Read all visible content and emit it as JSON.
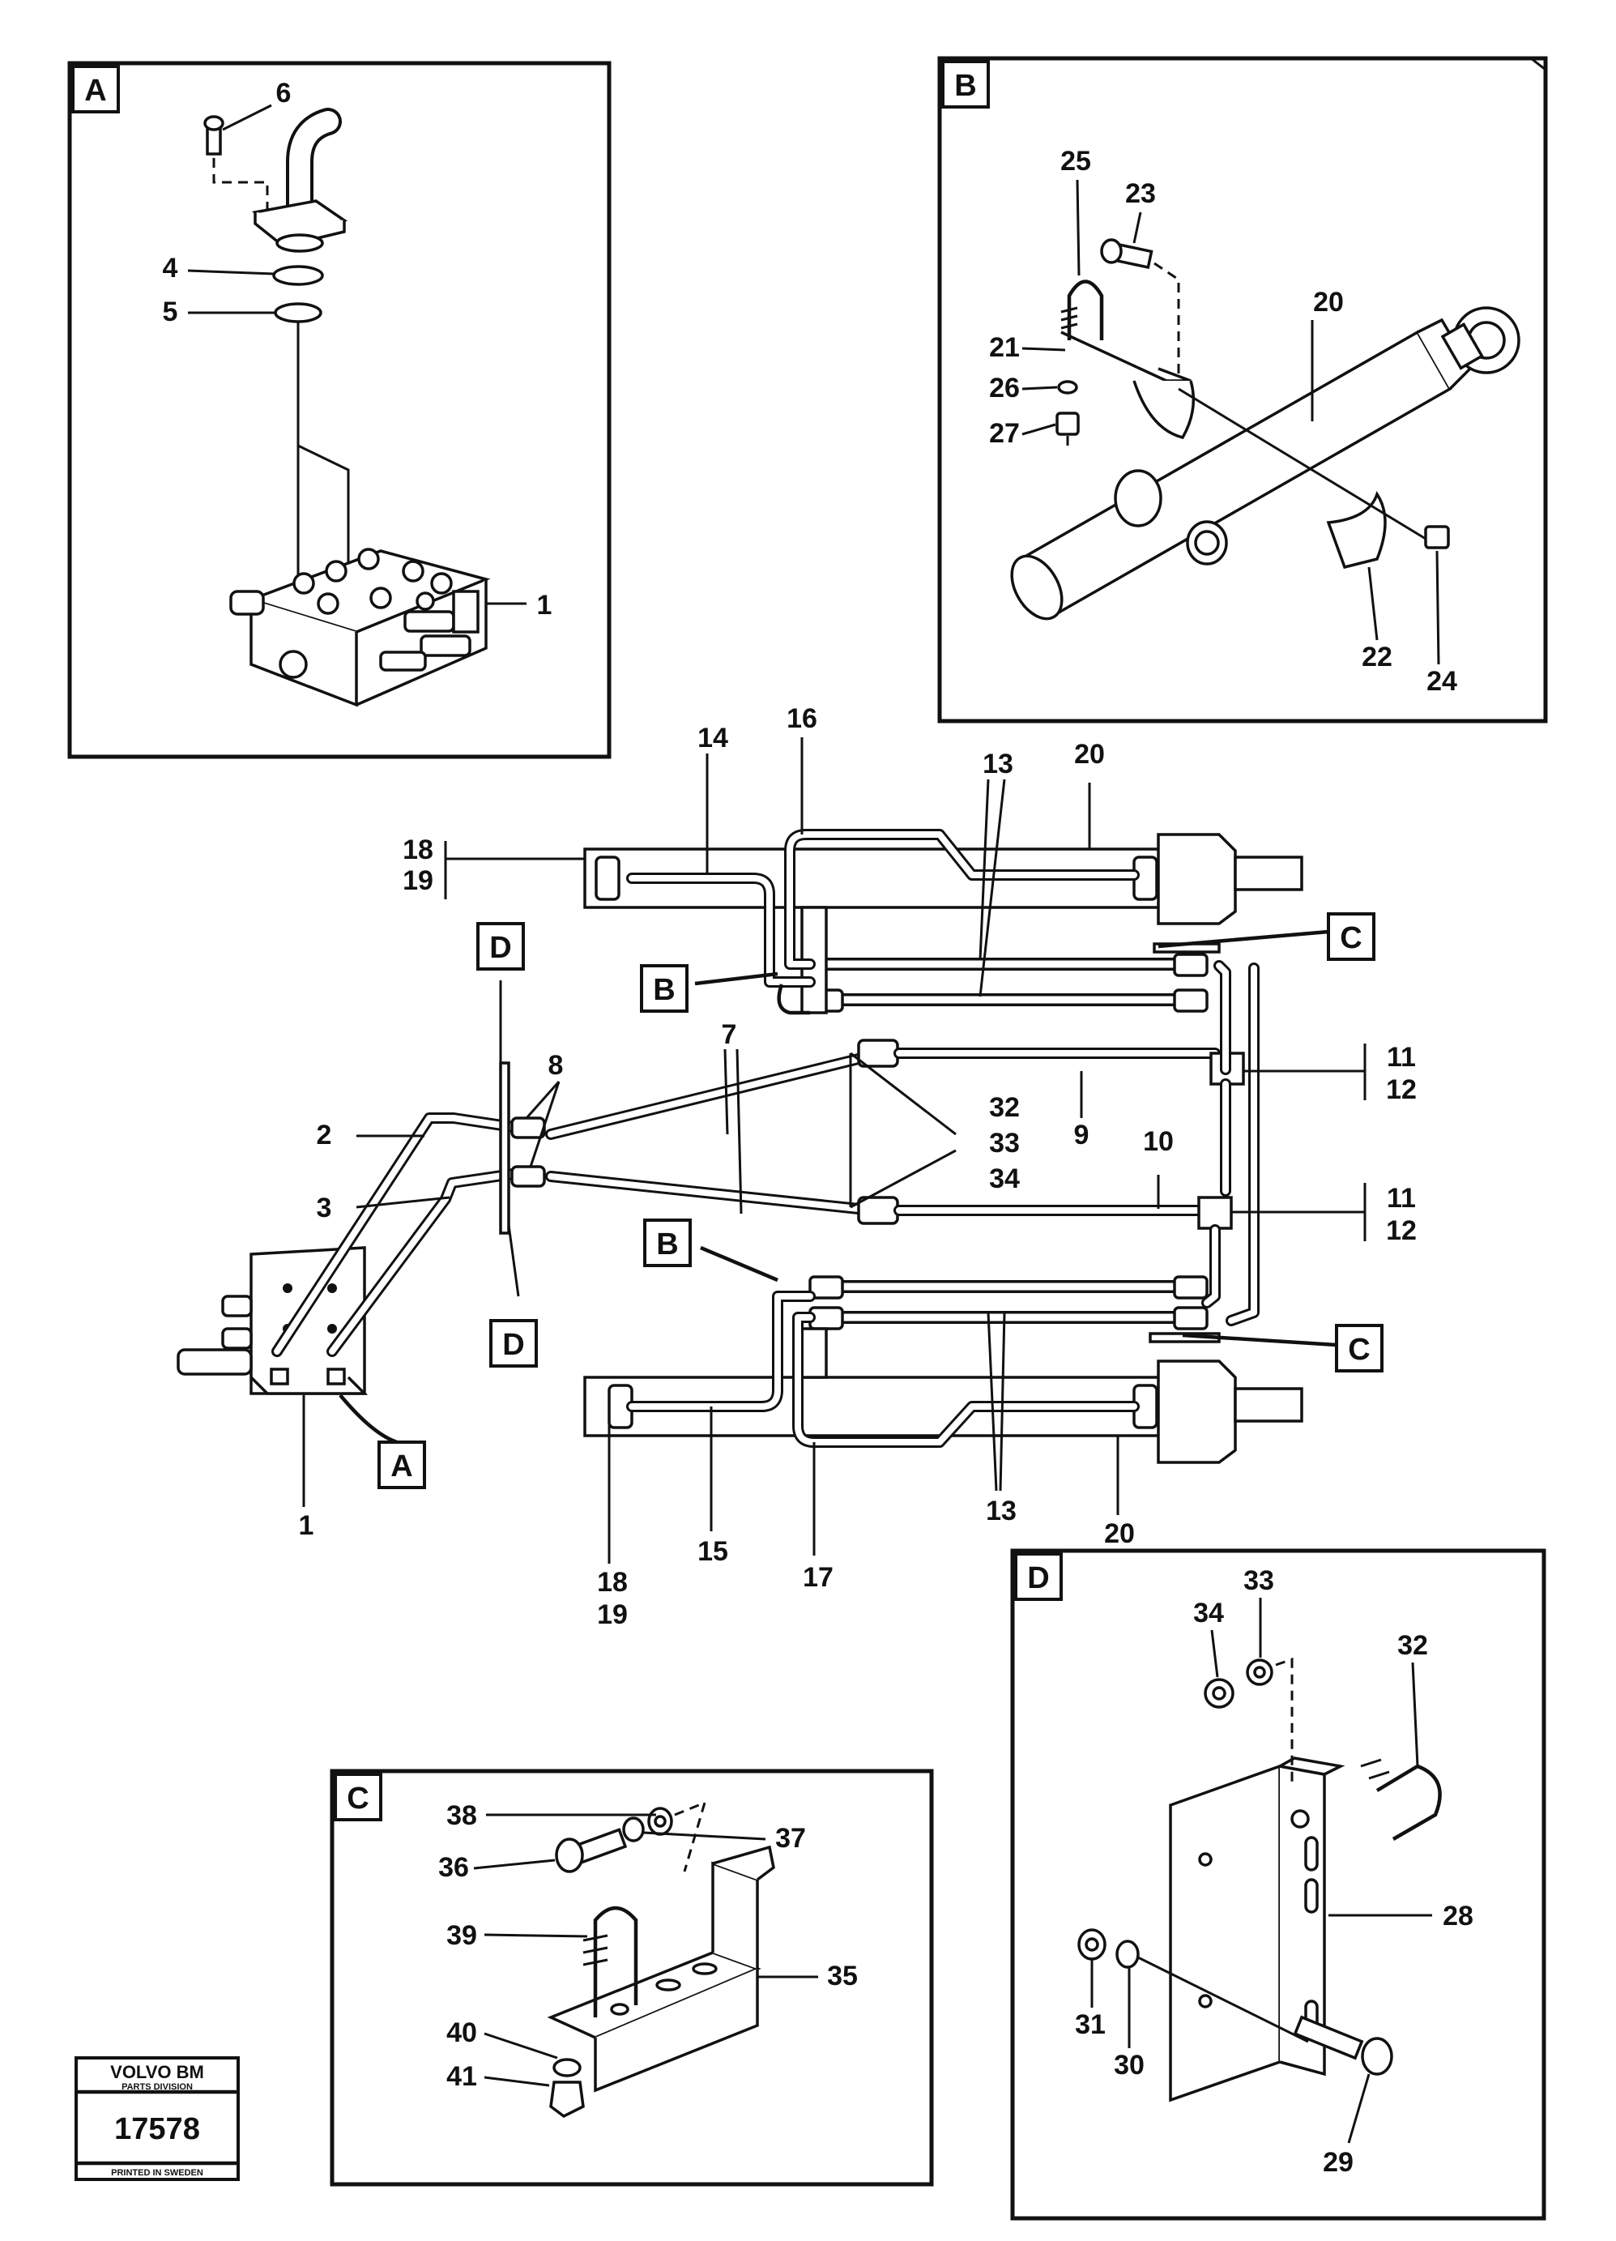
{
  "panels": {
    "A": {
      "letter": "A",
      "callouts": [
        "6",
        "4",
        "5",
        "1"
      ]
    },
    "B": {
      "letter": "B",
      "callouts": [
        "25",
        "23",
        "20",
        "21",
        "26",
        "27",
        "22",
        "24"
      ]
    },
    "C": {
      "letter": "C",
      "callouts": [
        "38",
        "37",
        "36",
        "39",
        "35",
        "40",
        "41"
      ]
    },
    "D": {
      "letter": "D",
      "callouts": [
        "34",
        "33",
        "32",
        "28",
        "31",
        "30",
        "29"
      ]
    }
  },
  "main": {
    "callouts": {
      "c14": "14",
      "c16": "16",
      "c13a": "13",
      "c20a": "20",
      "c18a": "18",
      "c19a": "19",
      "c8": "8",
      "c7": "7",
      "c2": "2",
      "c3": "3",
      "c32": "32",
      "c33": "33",
      "c34": "34",
      "c9": "9",
      "c10": "10",
      "c11a": "11",
      "c12a": "12",
      "c11b": "11",
      "c12b": "12",
      "c1": "1",
      "c13b": "13",
      "c20b": "20",
      "c18b": "18",
      "c19b": "19",
      "c15": "15",
      "c17": "17"
    },
    "refs": {
      "D_top": "D",
      "D_bottom": "D",
      "B_top": "B",
      "B_bottom": "B",
      "C_top": "C",
      "C_bottom": "C",
      "A": "A"
    }
  },
  "logo": {
    "brand": "VOLVO BM",
    "division": "PARTS DIVISION",
    "number": "17578",
    "printed": "PRINTED IN SWEDEN"
  }
}
